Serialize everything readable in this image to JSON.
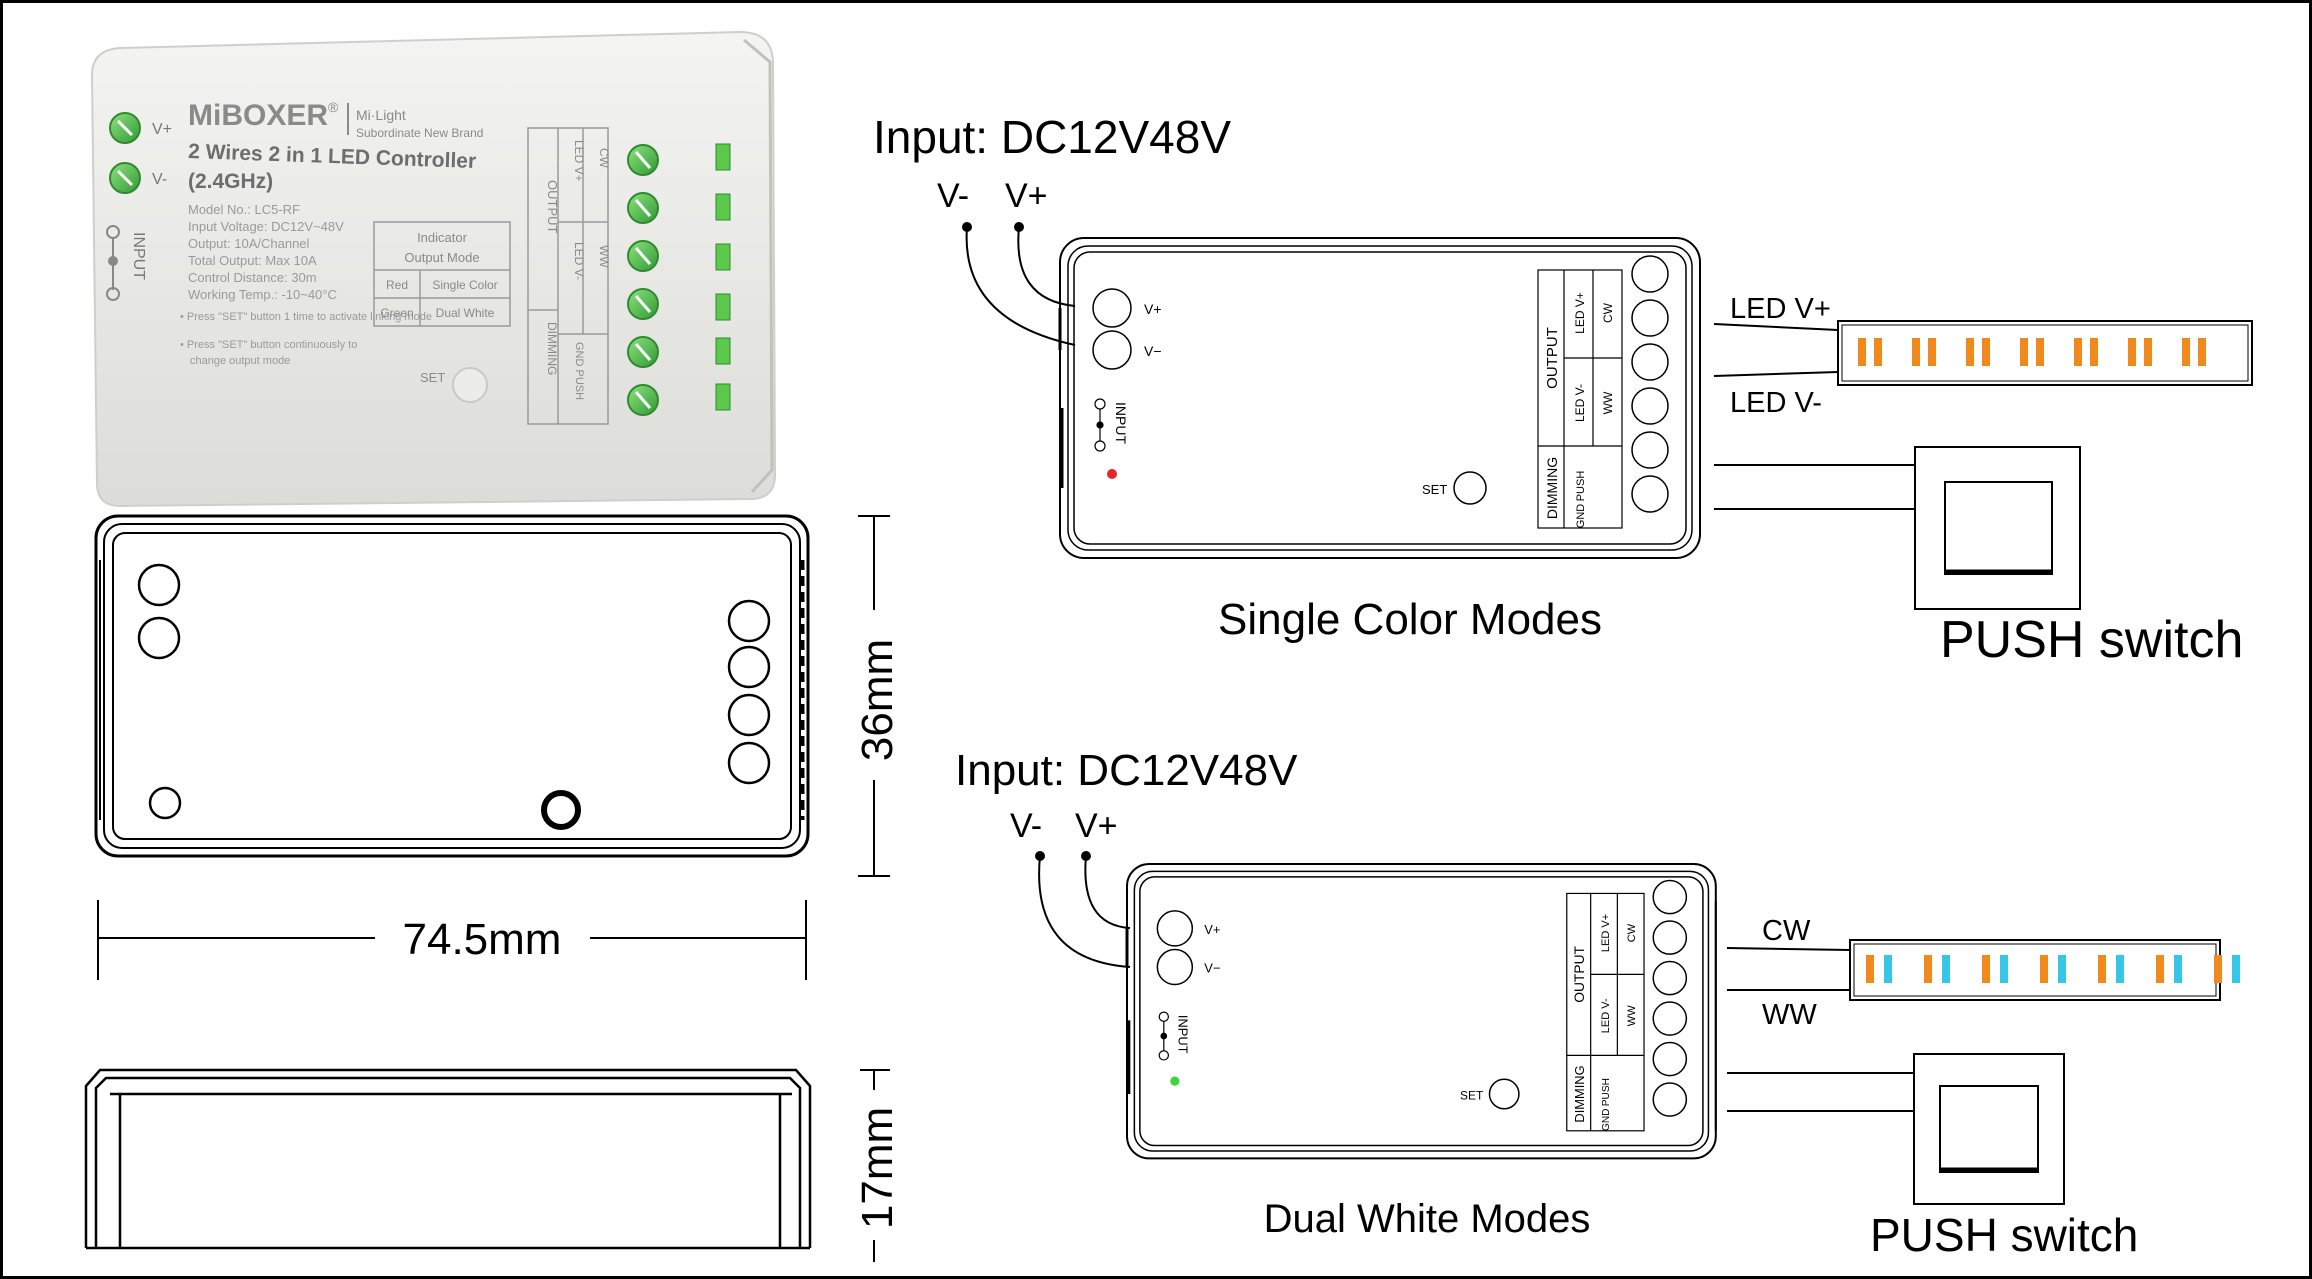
{
  "product": {
    "brand": "MiBOXER",
    "brand_mark": "®",
    "sub_brand_line1": "Mi·Light",
    "sub_brand_line2": "Subordinate New Brand",
    "title_line1": "2 Wires 2 in 1 LED Controller",
    "title_line2": "(2.4GHz)",
    "specs": [
      "Model No.: LC5-RF",
      "Input Voltage: DC12V~48V",
      "Output: 10A/Channel",
      "Total Output: Max 10A",
      "Control Distance: 30m",
      "Working Temp.: -10~40°C"
    ],
    "notes": [
      "• Press \"SET\" button 1 time to activate linking mode",
      "• Press \"SET\" button continuously to",
      "change output mode"
    ],
    "indicator": {
      "title_line1": "Indicator",
      "title_line2": "Output Mode",
      "rows": [
        {
          "color": "Red",
          "mode": "Single Color"
        },
        {
          "color": "Green",
          "mode": "Dual White"
        }
      ]
    },
    "label_v_plus": "V+",
    "label_v_minus": "V-",
    "label_input": "INPUT",
    "label_set": "SET",
    "terminal_output": "OUTPUT",
    "terminal_dimming": "DIMMING",
    "terminal_led_plus": "LED V+",
    "terminal_cw": "CW",
    "terminal_led_minus": "LED V-",
    "terminal_ww": "WW",
    "terminal_gnd_push": "GND PUSH"
  },
  "dimensions": {
    "width_label": "74.5mm",
    "height_label": "36mm",
    "depth_label": "17mm"
  },
  "single_color_diagram": {
    "input_label": "Input: DC12V48V",
    "v_minus": "V-",
    "v_plus": "V+",
    "led_plus": "LED V+",
    "led_minus": "LED V-",
    "caption": "Single Color Modes",
    "switch_label": "PUSH switch"
  },
  "dual_white_diagram": {
    "input_label": "Input: DC12V48V",
    "v_minus": "V-",
    "v_plus": "V+",
    "cw": "CW",
    "ww": "WW",
    "caption": "Dual White Modes",
    "switch_label": "PUSH switch"
  },
  "controller_labels": {
    "v_plus": "V+",
    "v_minus": "V−",
    "input": "INPUT",
    "output": "OUTPUT",
    "dimming": "DIMMING",
    "led_plus": "LED V+",
    "cw": "CW",
    "led_minus": "LED V-",
    "ww": "WW",
    "gnd": "GND",
    "push": "PUSH",
    "set": "SET"
  },
  "colors": {
    "orange": "#f08a1c",
    "cyan": "#35c6e8",
    "green_terminal": "#4fc04a",
    "red_led": "#e8232a",
    "green_led": "#3cd63c"
  }
}
